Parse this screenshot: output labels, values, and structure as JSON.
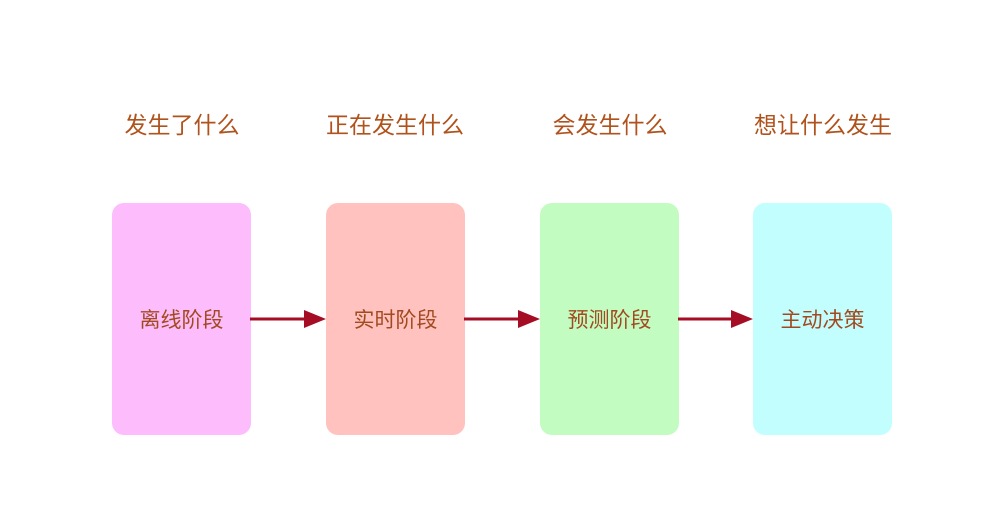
{
  "stages": [
    {
      "heading": "发生了什么",
      "label": "离线阶段",
      "color": "#fdbdfd"
    },
    {
      "heading": "正在发生什么",
      "label": "实时阶段",
      "color": "#ffc2bf"
    },
    {
      "heading": "会发生什么",
      "label": "预测阶段",
      "color": "#c2fcc1"
    },
    {
      "heading": "想让什么发生",
      "label": "主动决策",
      "color": "#c2fefe"
    }
  ],
  "colors": {
    "heading_text": "#b0521c",
    "stage_text": "#a24a1f",
    "arrow": "#a50d25"
  }
}
